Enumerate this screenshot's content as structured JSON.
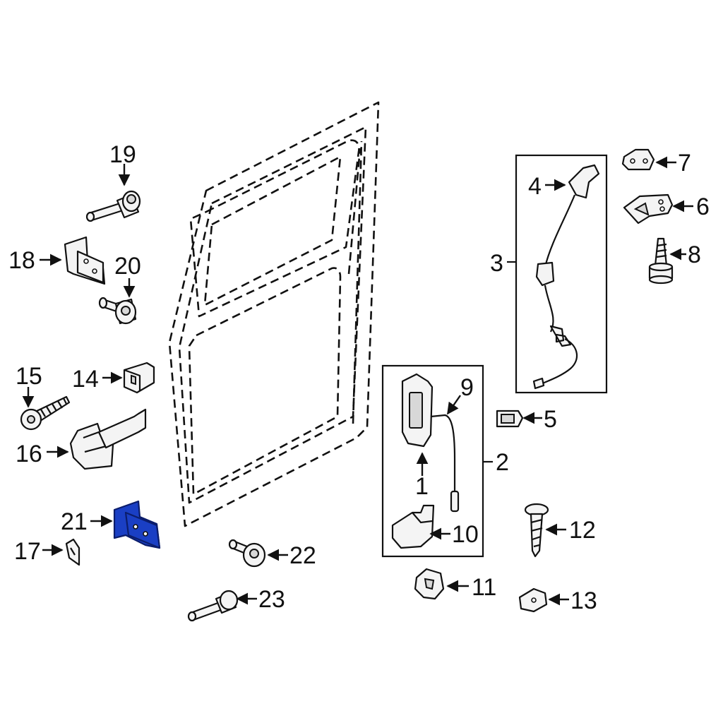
{
  "diagram": {
    "highlight_color": "#1a3fc4",
    "highlighted_part": "21",
    "callouts": {
      "c1": "1",
      "c2": "2",
      "c3": "3",
      "c4": "4",
      "c5": "5",
      "c6": "6",
      "c7": "7",
      "c8": "8",
      "c9": "9",
      "c10": "10",
      "c11": "11",
      "c12": "12",
      "c13": "13",
      "c14": "14",
      "c15": "15",
      "c16": "16",
      "c17": "17",
      "c18": "18",
      "c19": "19",
      "c20": "20",
      "c21": "21",
      "c22": "22",
      "c23": "23"
    }
  }
}
